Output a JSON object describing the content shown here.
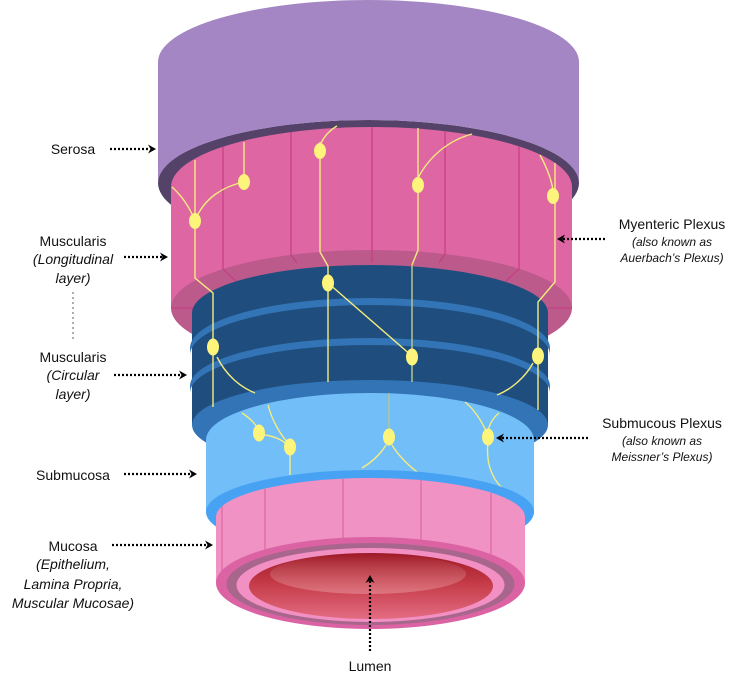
{
  "labels": {
    "serosa": {
      "title": "Serosa"
    },
    "muscularis_longitudinal": {
      "title": "Muscularis",
      "sub": [
        "(Longitudinal",
        "layer)"
      ]
    },
    "muscularis_circular": {
      "title": "Muscularis",
      "sub": [
        "(Circular",
        "layer)"
      ]
    },
    "submucosa": {
      "title": "Submucosa"
    },
    "mucosa": {
      "title": "Mucosa",
      "sub": [
        "(Epithelium,",
        "Lamina Propria,",
        "Muscular Mucosae)"
      ]
    },
    "myenteric_plexus": {
      "title": "Myenteric Plexus",
      "sub": [
        "(also known as",
        "Auerbach’s Plexus)"
      ]
    },
    "submucous_plexus": {
      "title": "Submucous Plexus",
      "sub": [
        "(also known as",
        "Meissner’s Plexus)"
      ]
    },
    "lumen": {
      "title": "Lumen"
    }
  },
  "layers": [
    {
      "name": "Serosa",
      "wall_color": "#A486C4",
      "face_color": "#544268"
    },
    {
      "name": "Muscularis (Longitudinal layer)",
      "wall_color": "#DE66A3",
      "face_color": "#BD5A8C",
      "line_color": "#C53A80"
    },
    {
      "name": "Muscularis (Circular layer)",
      "wall_color": "#1F4E7E",
      "face_color": "#3274B6",
      "stripe_color": "#3274B6"
    },
    {
      "name": "Submucosa",
      "wall_color": "#72BEF8",
      "face_color": "#47A2F3"
    },
    {
      "name": "Mucosa",
      "wall_color": "#F092C3",
      "face_color": "#DB63A3",
      "ring_dark": "#A8668C",
      "ring_light": "#F28FC3",
      "line_color": "#D9649F"
    }
  ],
  "plexus": {
    "ganglion_color": "#FCF47B",
    "nerve_color": "#F4EC7E",
    "nerve_color_muted": "#B4C48E"
  },
  "annotation_color": "#000000"
}
